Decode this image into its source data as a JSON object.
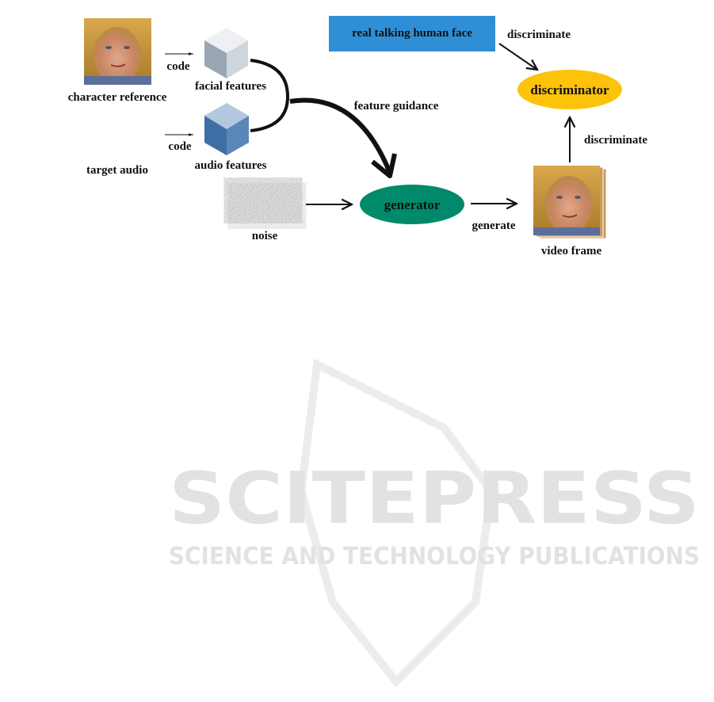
{
  "nodes": {
    "character_reference": "character reference",
    "target_audio": "target audio",
    "facial_features": "facial features",
    "audio_features": "audio features",
    "noise": "noise",
    "generator": "generator",
    "video_frame": "video frame",
    "discriminator": "discriminator",
    "real_face": "real talking human face"
  },
  "edges": {
    "code_face": "code",
    "code_audio": "code",
    "feature_guidance": "feature guidance",
    "generate": "generate",
    "discriminate_real": "discriminate",
    "discriminate_fake": "discriminate"
  },
  "colors": {
    "generator": "#008a6b",
    "discriminator": "#fcc30a",
    "real_box": "#2f8fd6"
  },
  "watermark": {
    "title": "SCITEPRESS",
    "subtitle": "SCIENCE AND TECHNOLOGY PUBLICATIONS"
  }
}
